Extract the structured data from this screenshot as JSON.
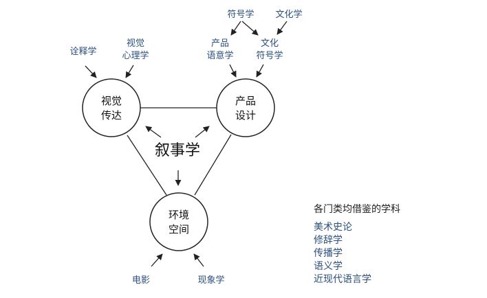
{
  "center": {
    "label": "叙事学"
  },
  "nodes": {
    "visual": {
      "line1": "视觉",
      "line2": "传达"
    },
    "product": {
      "line1": "产品",
      "line2": "设计"
    },
    "environment": {
      "line1": "环境",
      "line2": "空间"
    }
  },
  "influences": {
    "hermeneutics": "诠释学",
    "visual_psych": {
      "line1": "视觉",
      "line2": "心理学"
    },
    "product_semantics": {
      "line1": "产品",
      "line2": "语意学"
    },
    "cultural_semiotics": {
      "line1": "文化",
      "line2": "符号学"
    },
    "semiotics": "符号学",
    "culturology": "文化学",
    "film": "电影",
    "phenomenology": "现象学"
  },
  "side_panel": {
    "heading": "各门类均借鉴的学科",
    "items": [
      "美术史论",
      "修辞学",
      "传播学",
      "语义学",
      "近现代语言学"
    ]
  },
  "colors": {
    "label_blue": "#2b4f7e",
    "line": "#222222"
  }
}
